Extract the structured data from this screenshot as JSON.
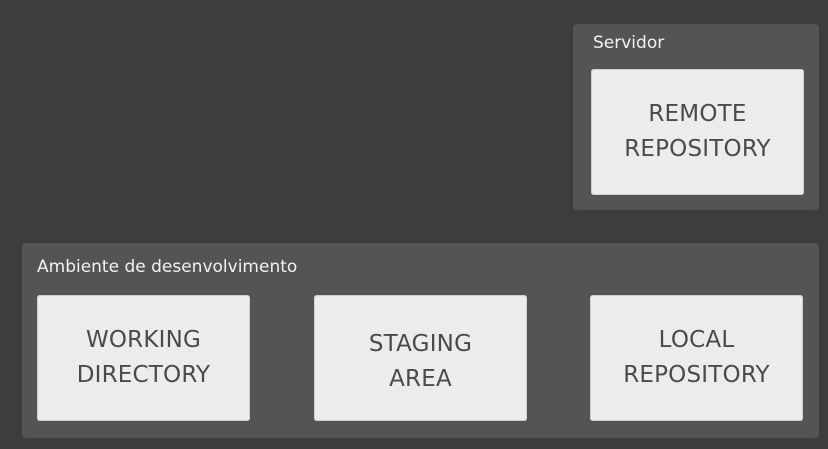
{
  "server": {
    "label": "Servidor",
    "boxes": {
      "remote_repository": {
        "line1": "REMOTE",
        "line2": "REPOSITORY"
      }
    }
  },
  "dev_environment": {
    "label": "Ambiente de desenvolvimento",
    "boxes": {
      "working_directory": {
        "line1": "WORKING",
        "line2": "DIRECTORY"
      },
      "staging_area": {
        "line1": "STAGING",
        "line2": "AREA"
      },
      "local_repository": {
        "line1": "LOCAL",
        "line2": "REPOSITORY"
      }
    }
  },
  "colors": {
    "background": "#3d3d3d",
    "group_fill": "#545454",
    "box_fill": "#ececec",
    "box_text": "#4a4a4a",
    "label_text": "#f2f2f2"
  }
}
